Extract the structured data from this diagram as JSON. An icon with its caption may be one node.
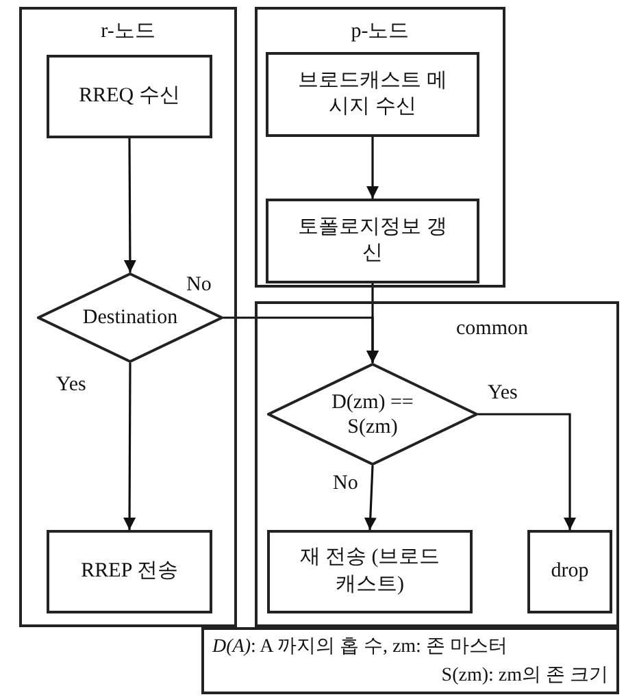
{
  "diagram": {
    "nodes": [
      {
        "text": [
          "r-노드"
        ]
      },
      {
        "text": [
          "RREQ 수신"
        ],
        "in": 0
      },
      {
        "text": [
          "Destination"
        ],
        "in": 0
      },
      {
        "text": [
          "RREP 전송"
        ],
        "in": 0
      },
      {
        "text": [
          "p-노드"
        ]
      },
      {
        "text": [
          "브로드캐스트 메시지 수신"
        ],
        "in": 4
      },
      {
        "text": [
          "토폴로지정보 갱신"
        ],
        "in": 4
      },
      {
        "text": [
          "common"
        ]
      },
      {
        "text": [
          "D(zm) == S(zm)"
        ],
        "in": 7
      },
      {
        "text": [
          "재 전송 (브로드캐스트)"
        ],
        "in": 7
      },
      {
        "text": [
          "drop"
        ],
        "in": 7
      },
      {
        "text": [
          "*D(A)*: A 까지의 홉 수, zm: 존 마스터",
          "S(zm): zm의 존 크기"
        ]
      }
    ],
    "edges": [
      {
        "from": 1,
        "to": 2,
        "arrow": "to"
      },
      {
        "from": 2,
        "to": 3,
        "arrow": "to",
        "label": "Yes"
      },
      {
        "from": 2,
        "to": 8,
        "arrow": "to",
        "label": "No"
      },
      {
        "from": 5,
        "to": 6,
        "arrow": "to"
      },
      {
        "from": 6,
        "to": 8,
        "arrow": "to"
      },
      {
        "from": 8,
        "to": 9,
        "arrow": "to",
        "label": "No"
      },
      {
        "from": 8,
        "to": 10,
        "arrow": "to",
        "label": "Yes"
      }
    ]
  }
}
